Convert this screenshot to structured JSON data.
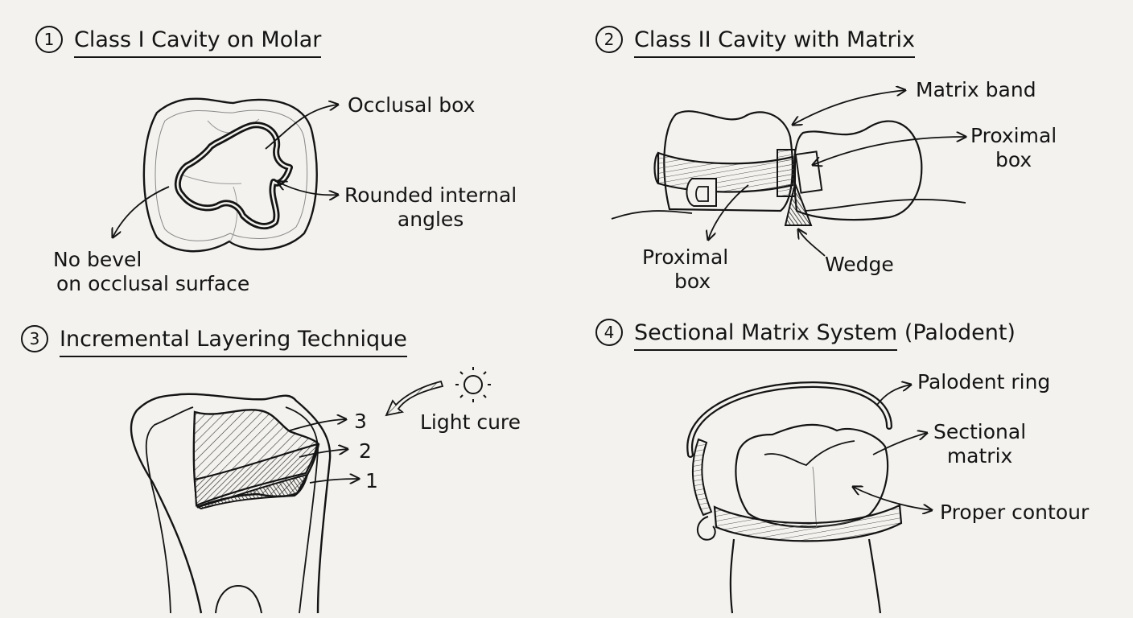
{
  "panels": [
    {
      "number": "1",
      "title": "Class I Cavity on Molar",
      "labels": {
        "occlusal_box": "Occlusal box",
        "rounded_angles_1": "Rounded internal",
        "rounded_angles_2": "angles",
        "no_bevel_1": "No bevel",
        "no_bevel_2": "on occlusal surface"
      }
    },
    {
      "number": "2",
      "title": "Class II Cavity with Matrix",
      "labels": {
        "matrix_band": "Matrix band",
        "proximal_box_right_1": "Proximal",
        "proximal_box_right_2": "box",
        "proximal_box_left_1": "Proximal",
        "proximal_box_left_2": "box",
        "wedge": "Wedge"
      }
    },
    {
      "number": "3",
      "title": "Incremental Layering Technique",
      "labels": {
        "layer_3": "3",
        "layer_2": "2",
        "layer_1": "1",
        "light_cure": "Light cure"
      }
    },
    {
      "number": "4",
      "title": "Sectional Matrix System",
      "title_suffix": "(Palodent)",
      "labels": {
        "palodent_ring": "Palodent ring",
        "sectional_matrix_1": "Sectional",
        "sectional_matrix_2": "matrix",
        "proper_contour": "Proper contour"
      }
    }
  ],
  "icons": [
    "sun-icon",
    "arrow-icon"
  ],
  "colors": {
    "paper": "#f3f2ee",
    "ink": "#141414"
  }
}
